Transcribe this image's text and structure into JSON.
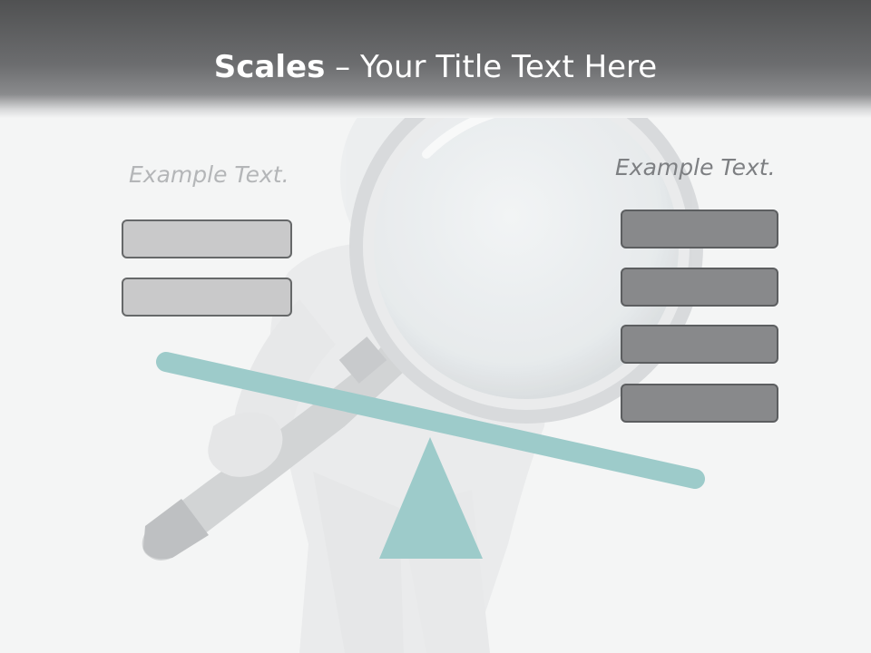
{
  "slide": {
    "title_bold": "Scales",
    "title_rest": " – Your Title Text Here"
  },
  "left_panel": {
    "heading": "Example Text.",
    "boxes": [
      "",
      ""
    ]
  },
  "right_panel": {
    "heading": "Example Text.",
    "boxes": [
      "",
      "",
      "",
      ""
    ]
  },
  "colors": {
    "header_dark": "#505152",
    "beam": "#9dcbca",
    "fulcrum": "#9dcbca",
    "left_box_fill": "#c9c9ca",
    "right_box_fill": "#88898b",
    "box_border": "#666869"
  },
  "icons": [
    "person-with-magnifier-illustration",
    "balance-beam-icon",
    "fulcrum-triangle-icon"
  ]
}
